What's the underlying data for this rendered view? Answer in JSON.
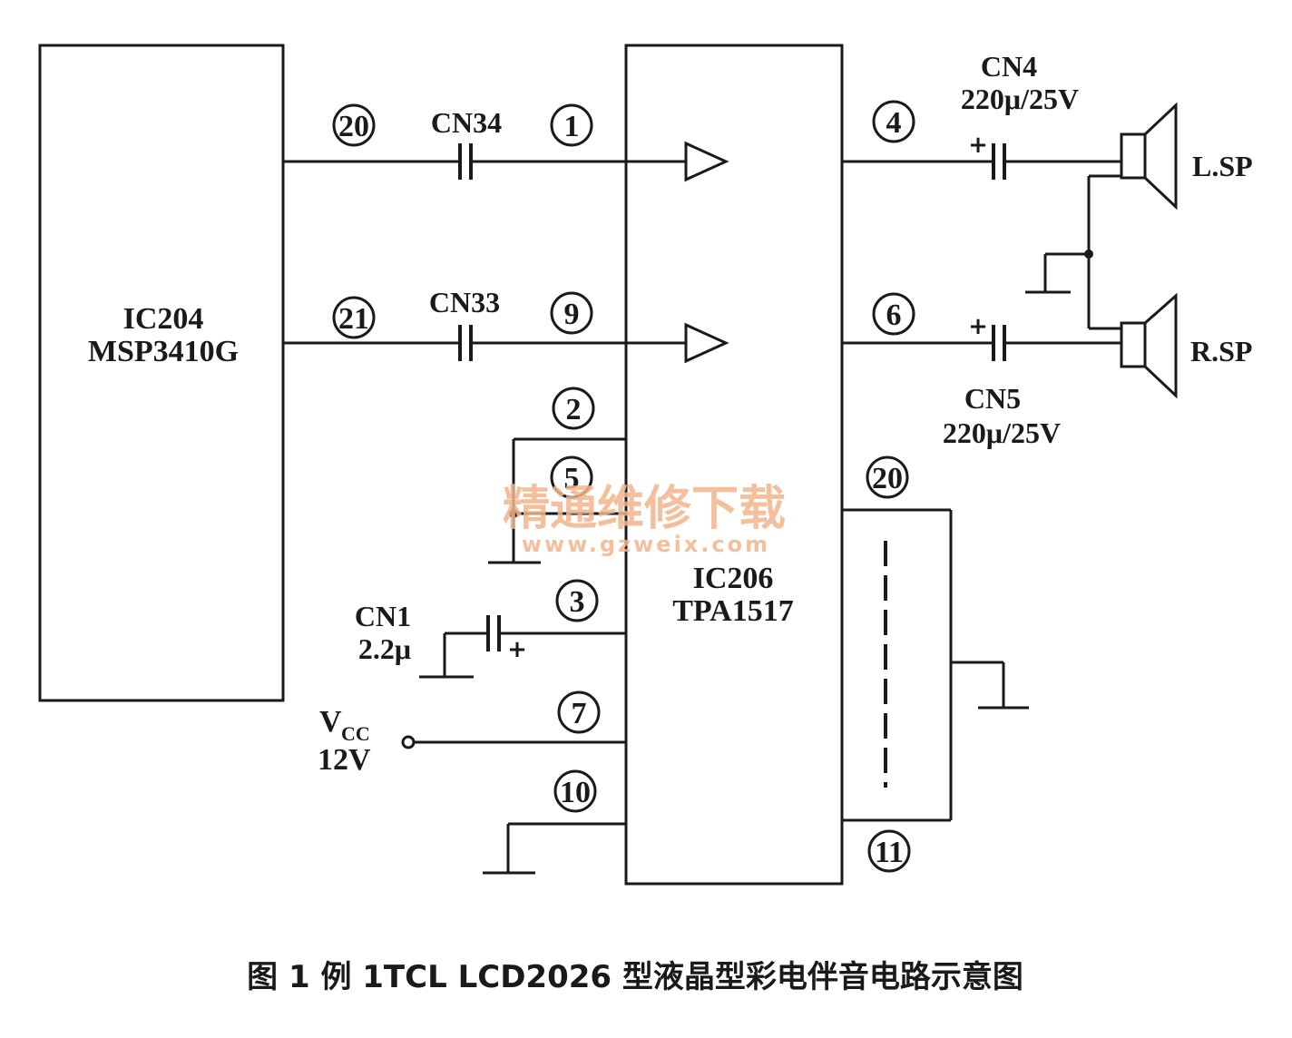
{
  "ic204": {
    "name": "IC204",
    "part": "MSP3410G"
  },
  "ic206": {
    "name": "IC206",
    "part": "TPA1517"
  },
  "pins": {
    "p20_left": "20",
    "p21_left": "21",
    "p1": "1",
    "p9": "9",
    "p2": "2",
    "p5": "5",
    "p3": "3",
    "p7": "7",
    "p10": "10",
    "p4": "4",
    "p6": "6",
    "p20_right": "20",
    "p11": "11"
  },
  "capacitors": {
    "cn34": "CN34",
    "cn33": "CN33",
    "cn4": {
      "name": "CN4",
      "value": "220μ/25V"
    },
    "cn5": {
      "name": "CN5",
      "value": "220μ/25V"
    },
    "cn1": {
      "name": "CN1",
      "value": "2.2μ"
    },
    "plus": "+"
  },
  "speakers": {
    "left": "L.SP",
    "right": "R.SP"
  },
  "vcc": {
    "v": "V",
    "sub": "CC",
    "value": "12V"
  },
  "watermark": {
    "cn": "精通维修下载",
    "url": "www.gzweix.com"
  },
  "caption": "图 1  例 1TCL  LCD2026 型液晶型彩电伴音电路示意图",
  "colors": {
    "ink": "#1a1a1a",
    "watermark": "#f2b58c"
  }
}
